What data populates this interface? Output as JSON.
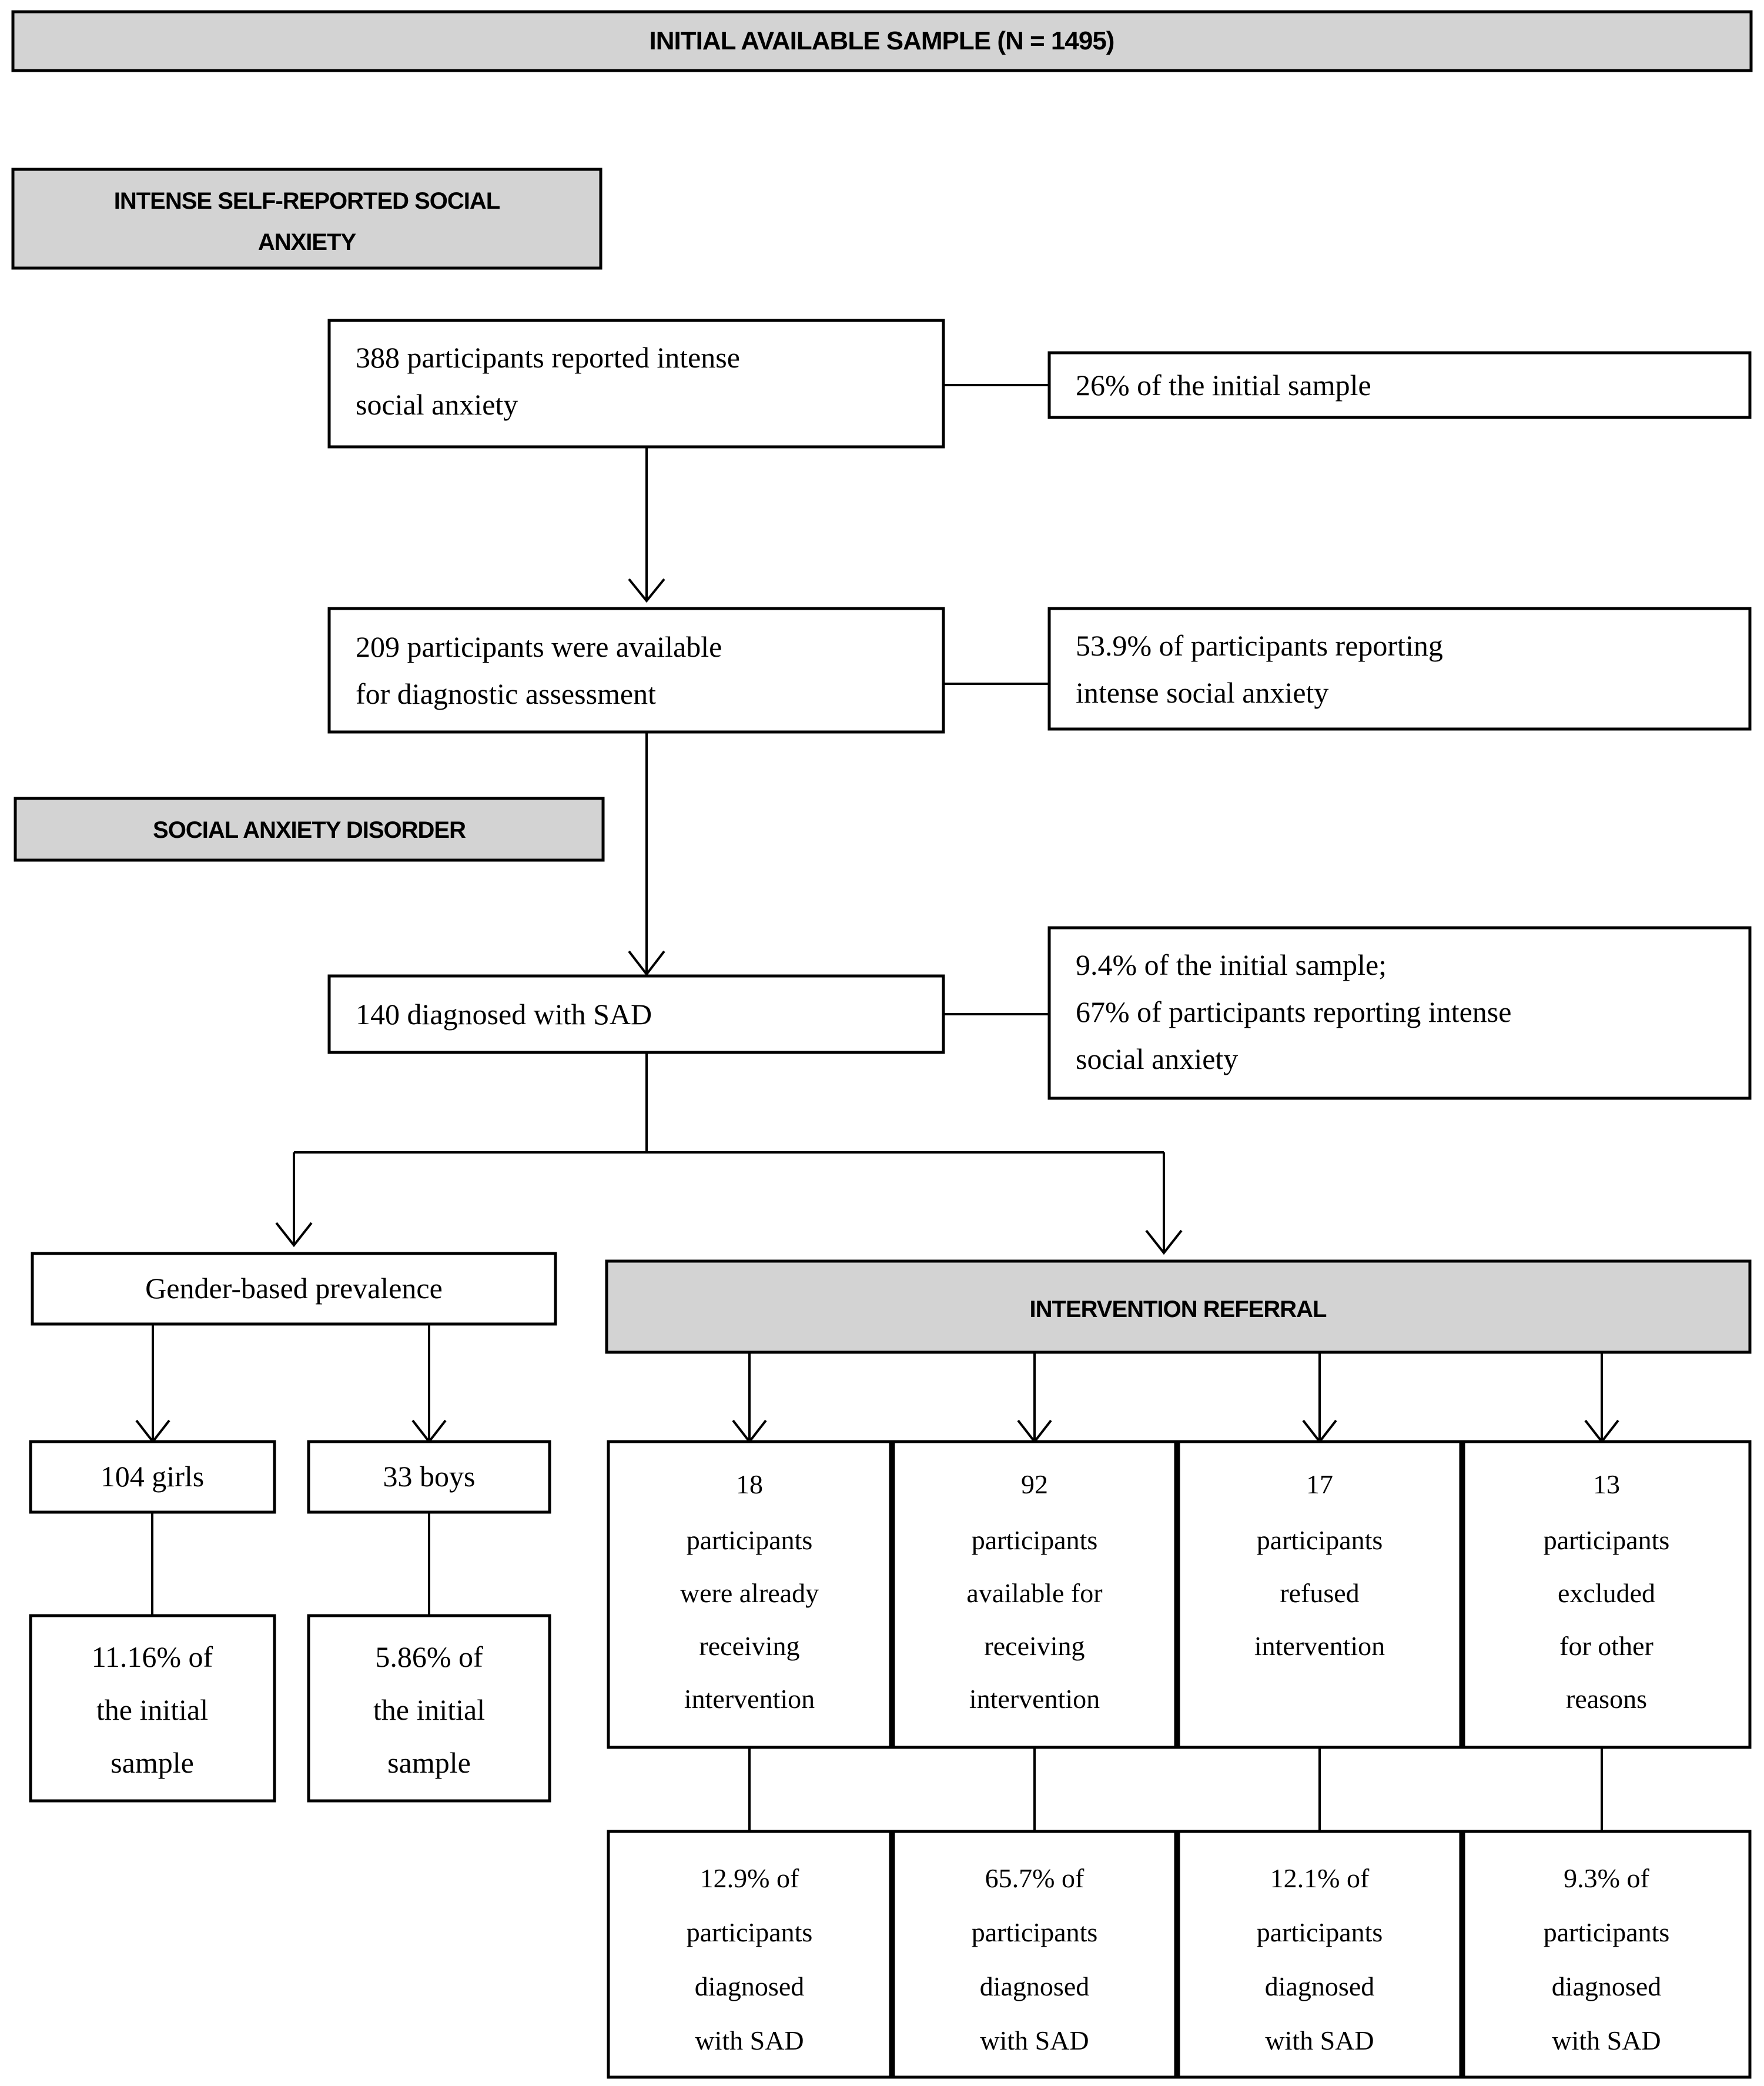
{
  "diagram": {
    "title": "Participant flow: social anxiety screening, diagnosis and intervention referral",
    "colors": {
      "band_fill": "#d3d3d3",
      "box_fill": "#ffffff",
      "stroke": "#000000"
    }
  },
  "bands": {
    "initial_sample": "INITIAL AVAILABLE SAMPLE (N = 1495)",
    "intense_self_reported_line1": "INTENSE SELF-REPORTED SOCIAL",
    "intense_self_reported_line2": "ANXIETY",
    "social_anxiety_disorder": "SOCIAL ANXIETY DISORDER",
    "intervention_referral": "INTERVENTION REFERRAL"
  },
  "nodes": {
    "reported": {
      "line1": "388 participants  reported intense",
      "line2": "social  anxiety"
    },
    "reported_note": {
      "line1": "26% of the initial  sample"
    },
    "available": {
      "line1": "209 participants  were available",
      "line2": "for diagnostic  assessment"
    },
    "available_note": {
      "line1": "53.9% of participants  reporting",
      "line2": "intense  social  anxiety"
    },
    "diagnosed": {
      "line1": "140 diagnosed  with SAD"
    },
    "diagnosed_note": {
      "line1": "9.4% of the initial  sample;",
      "line2": "67% of participants  reporting  intense",
      "line3": "social  anxiety"
    },
    "gender_prevalence": {
      "line1": "Gender-based prevalence"
    },
    "girls": {
      "line1": "104 girls"
    },
    "boys": {
      "line1": "33 boys"
    },
    "girls_pct": {
      "line1": "11.16% of",
      "line2": "the  initial",
      "line3": "sample"
    },
    "boys_pct": {
      "line1": "5.86% of",
      "line2": "the  initial",
      "line3": "sample"
    },
    "already_receiving": {
      "line1": "18",
      "line2": "participants",
      "line3": "were  already",
      "line4": "receiving",
      "line5": "intervention"
    },
    "available_receiving": {
      "line1": "92",
      "line2": "participants",
      "line3": "available  for",
      "line4": "receiving",
      "line5": "intervention"
    },
    "refused": {
      "line1": "17",
      "line2": "participants",
      "line3": "refused",
      "line4": "intervention"
    },
    "excluded": {
      "line1": "13",
      "line2": "participants",
      "line3": "excluded",
      "line4": "for  other",
      "line5": "reasons"
    },
    "already_receiving_pct": {
      "line1": "12.9% of",
      "line2": "participants",
      "line3": "diagnosed",
      "line4": "with  SAD"
    },
    "available_receiving_pct": {
      "line1": "65.7% of",
      "line2": "participants",
      "line3": "diagnosed",
      "line4": "with  SAD"
    },
    "refused_pct": {
      "line1": "12.1% of",
      "line2": "participants",
      "line3": "diagnosed",
      "line4": "with  SAD"
    },
    "excluded_pct": {
      "line1": "9.3% of",
      "line2": "participants",
      "line3": "diagnosed",
      "line4": "with  SAD"
    }
  },
  "chart_data": {
    "type": "table",
    "title": "Participant flow through screening, diagnosis and intervention referral",
    "categories": [
      "Initial available sample",
      "Reported intense social anxiety",
      "Available for diagnostic assessment",
      "Diagnosed with SAD",
      "Girls diagnosed",
      "Boys diagnosed",
      "Already receiving intervention",
      "Available for receiving intervention",
      "Refused intervention",
      "Excluded for other reasons"
    ],
    "values": [
      1495,
      388,
      209,
      140,
      104,
      33,
      18,
      92,
      17,
      13
    ],
    "percentages": [
      100,
      26,
      53.9,
      9.4,
      11.16,
      5.86,
      12.9,
      65.7,
      12.1,
      9.3
    ],
    "percentage_bases": [
      "initial sample",
      "initial sample",
      "participants reporting intense social anxiety",
      "initial sample",
      "initial sample",
      "initial sample",
      "participants diagnosed with SAD",
      "participants diagnosed with SAD",
      "participants diagnosed with SAD",
      "participants diagnosed with SAD"
    ],
    "extra_notes": [
      "140 diagnosed with SAD = 67% of participants reporting intense social anxiety"
    ],
    "xlabel": "",
    "ylabel": "Participants"
  }
}
